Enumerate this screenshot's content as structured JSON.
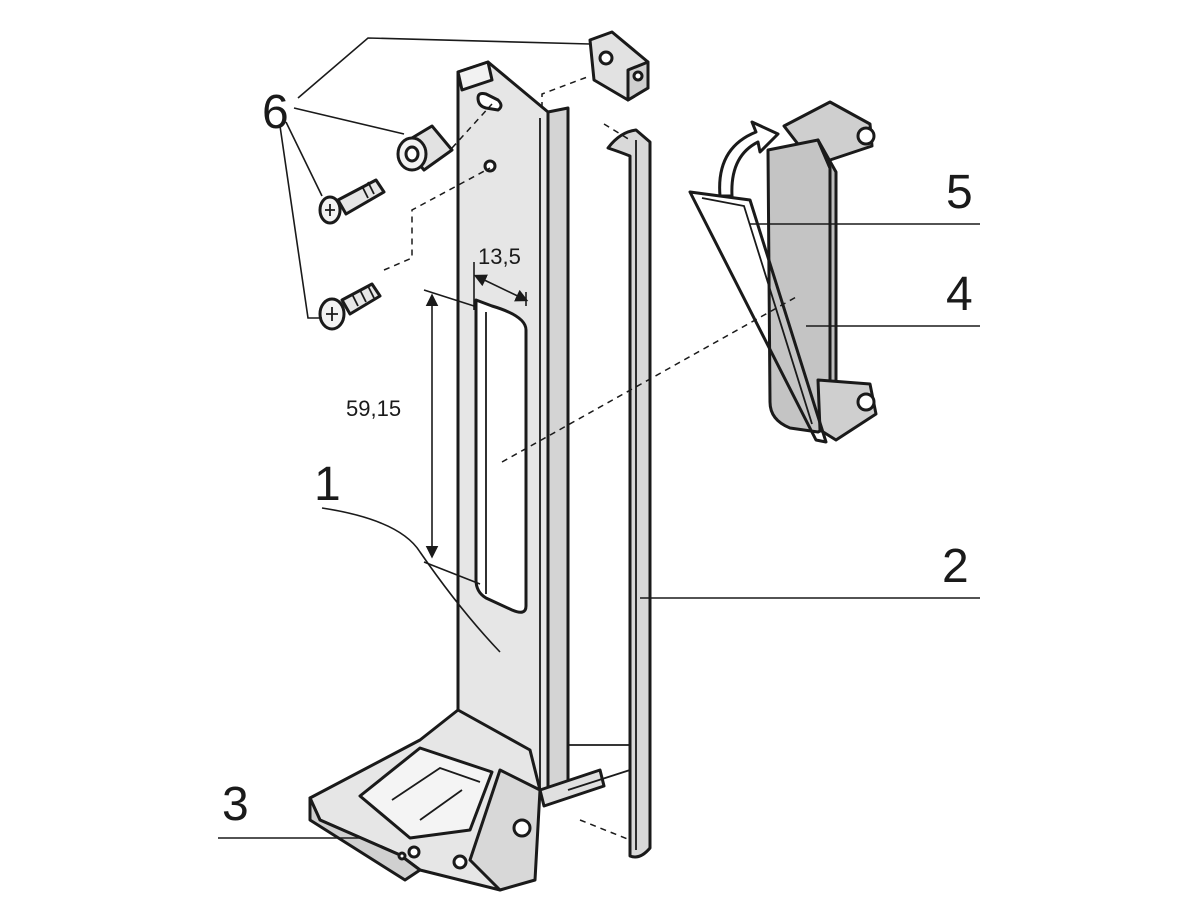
{
  "callouts": {
    "part1": "1",
    "part2": "2",
    "part3": "3",
    "part4": "4",
    "part5": "5",
    "part6": "6"
  },
  "dimensions": {
    "width": "13,5",
    "height": "59,15"
  },
  "colors": {
    "part_fill": "#e6e6e6",
    "part_fill_dark": "#bdbdbd",
    "outline": "#1a1a1a",
    "background": "#ffffff"
  }
}
